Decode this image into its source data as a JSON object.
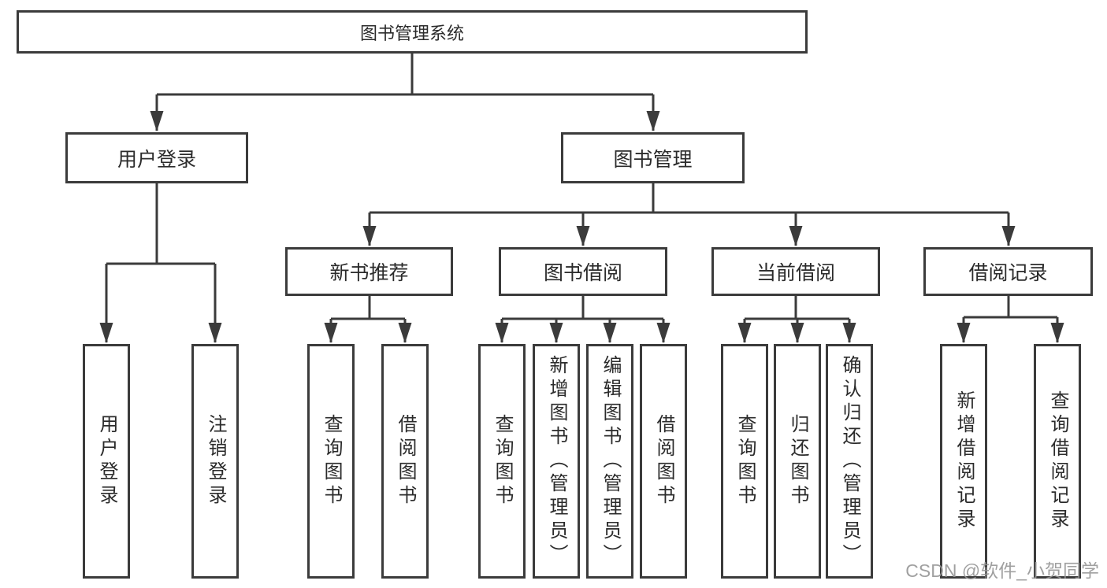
{
  "diagram": {
    "root": "图书管理系统",
    "children": [
      {
        "label": "用户登录",
        "children": [
          "用户登录",
          "注销登录"
        ]
      },
      {
        "label": "图书管理",
        "children": [
          {
            "label": "新书推荐",
            "children": [
              "查询图书",
              "借阅图书"
            ]
          },
          {
            "label": "图书借阅",
            "children": [
              "查询图书",
              "新增图书（管理员）",
              "编辑图书（管理员）",
              "借阅图书"
            ]
          },
          {
            "label": "当前借阅",
            "children": [
              "查询图书",
              "归还图书",
              "确认归还（管理员）"
            ]
          },
          {
            "label": "借阅记录",
            "children": [
              "新增借阅记录",
              "查询借阅记录"
            ]
          }
        ]
      }
    ]
  },
  "watermark": "CSDN @软件_小贺同学",
  "colors": {
    "line": "#3b3b3b",
    "text": "#2b2b2b",
    "watermark": "#969696",
    "background": "#ffffff"
  }
}
